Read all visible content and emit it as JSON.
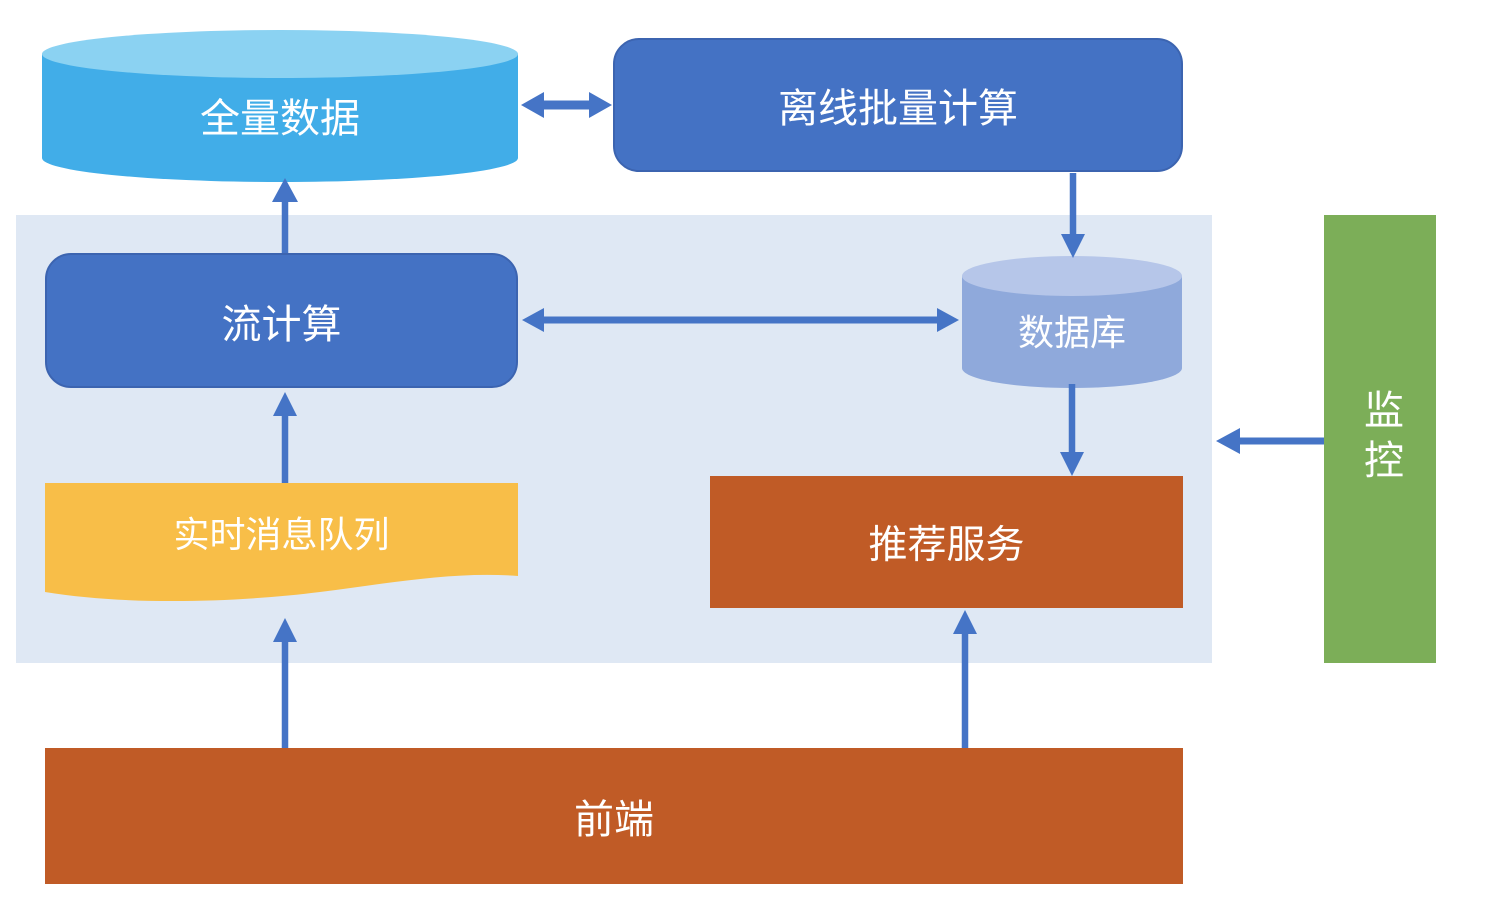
{
  "diagram": {
    "nodes": {
      "full_data": {
        "label": "全量数据",
        "type": "cylinder",
        "fill": "#41ADE8",
        "top_fill": "#8BD2F2"
      },
      "offline_batch": {
        "label": "离线批量计算",
        "type": "rounded-rect",
        "fill": "#4472C4",
        "border": "#3C64B0"
      },
      "stream_compute": {
        "label": "流计算",
        "type": "rounded-rect",
        "fill": "#4472C4",
        "border": "#3C64B0"
      },
      "database": {
        "label": "数据库",
        "type": "cylinder",
        "fill": "#8FA9DB",
        "top_fill": "#B6C6E9"
      },
      "realtime_queue": {
        "label": "实时消息队列",
        "type": "wave",
        "fill": "#F8BE48"
      },
      "recommend_service": {
        "label": "推荐服务",
        "type": "rect",
        "fill": "#C05B26"
      },
      "frontend": {
        "label": "前端",
        "type": "rect",
        "fill": "#C05B26"
      },
      "monitor": {
        "label": "监控",
        "type": "rect",
        "fill": "#7CAE58",
        "text_orientation": "vertical"
      }
    },
    "edges": [
      {
        "from": "frontend",
        "to": "realtime_queue",
        "direction": "one-way"
      },
      {
        "from": "frontend",
        "to": "recommend_service",
        "direction": "one-way"
      },
      {
        "from": "realtime_queue",
        "to": "stream_compute",
        "direction": "one-way"
      },
      {
        "from": "stream_compute",
        "to": "full_data",
        "direction": "one-way"
      },
      {
        "from": "full_data",
        "to": "offline_batch",
        "direction": "two-way"
      },
      {
        "from": "offline_batch",
        "to": "database",
        "direction": "one-way"
      },
      {
        "from": "stream_compute",
        "to": "database",
        "direction": "two-way"
      },
      {
        "from": "database",
        "to": "recommend_service",
        "direction": "one-way"
      },
      {
        "from": "monitor",
        "to": "panel",
        "direction": "one-way"
      }
    ],
    "colors": {
      "background": "#FFFFFF",
      "panel": "#DFE8F4",
      "arrow": "#4574C6",
      "blue_box": "#4472C4",
      "blue_box_border": "#3C64B0",
      "sky_cylinder": "#41ADE8",
      "sky_cylinder_top": "#8BD2F2",
      "periwinkle_cylinder": "#8FA9DB",
      "periwinkle_cylinder_top": "#B6C6E9",
      "yellow_wave": "#F8BE48",
      "orange_rect": "#C05B26",
      "green_rect": "#7CAE58"
    }
  }
}
